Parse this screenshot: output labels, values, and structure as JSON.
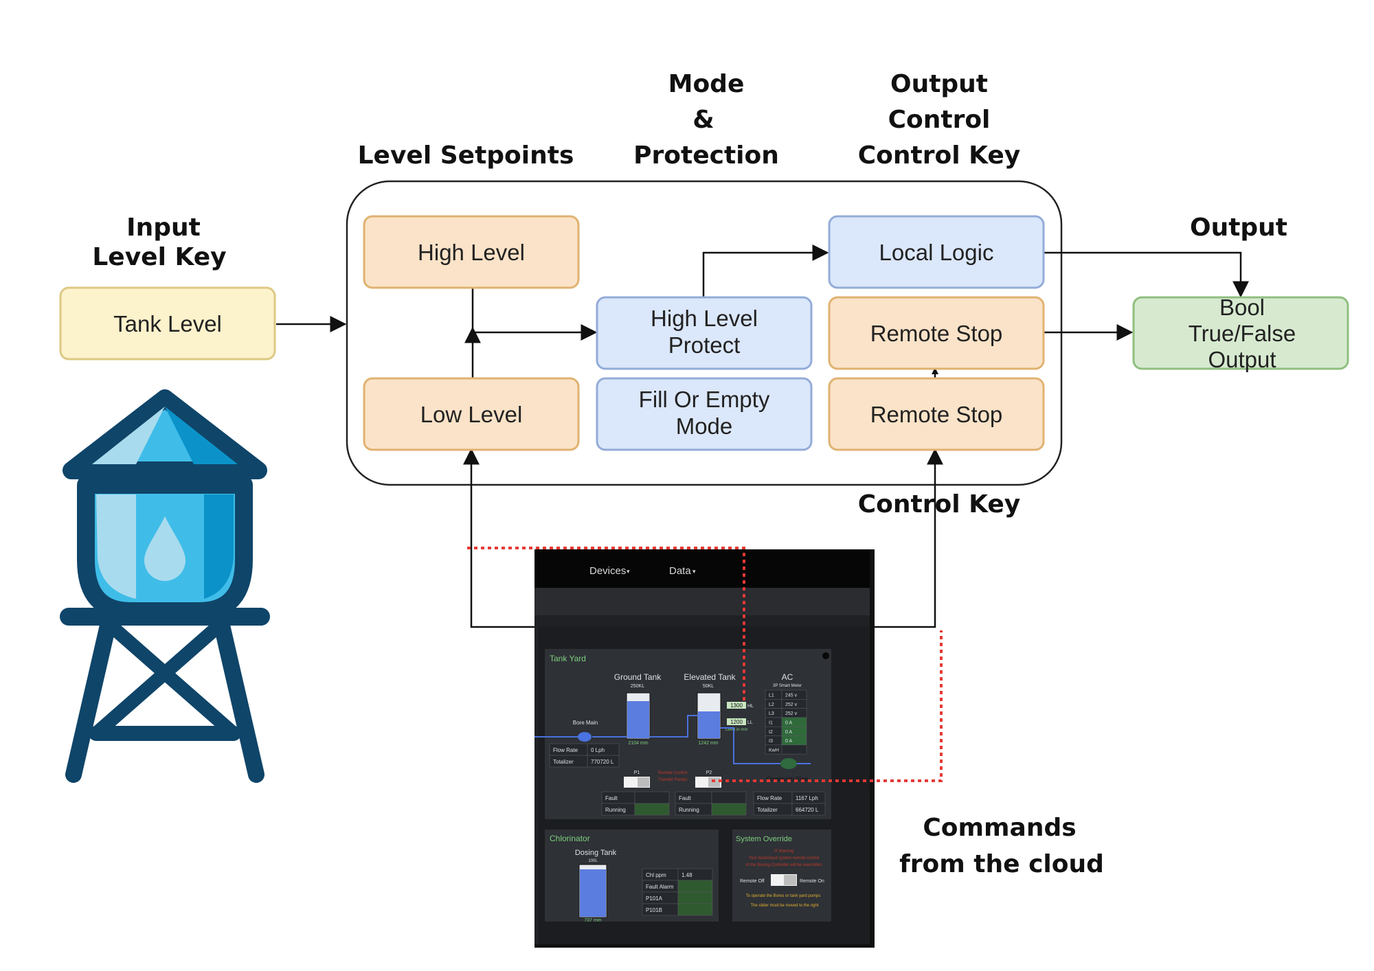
{
  "headings": {
    "input_level_key": [
      "Input",
      "Level Key"
    ],
    "level_setpoints": "Level Setpoints",
    "mode_protection": [
      "Mode",
      "&",
      "Protection"
    ],
    "output_control": [
      "Output",
      "Control",
      "Control Key"
    ],
    "output": "Output",
    "control_key": "Control Key",
    "commands": [
      "Commands",
      "from the cloud"
    ]
  },
  "boxes": {
    "tank_level": "Tank Level",
    "high_level": "High Level",
    "low_level": "Low Level",
    "high_level_protect": [
      "High Level",
      "Protect"
    ],
    "fill_or_empty_mode": [
      "Fill Or Empty",
      "Mode"
    ],
    "local_logic": "Local Logic",
    "remote_stop_top": "Remote Stop",
    "remote_stop_bottom": "Remote Stop",
    "bool_output": [
      "Bool",
      "True/False",
      "Output"
    ]
  },
  "colors": {
    "setpoint_fill": "#fae3c8",
    "setpoint_stroke": "#e0b270",
    "mode_fill": "#dbe7fa",
    "mode_stroke": "#93acd8",
    "input_fill": "#fcf2cc",
    "input_stroke": "#ddc884",
    "output_fill": "#d7ead0",
    "output_stroke": "#8fbf7f",
    "cloud_link": "#e53935",
    "icon_dark": "#0f4569",
    "icon_light": "#a9dbee",
    "icon_mid": "#3fbde8",
    "icon_shade": "#0b93c9"
  },
  "hmi": {
    "nav": [
      "Devices",
      "Data"
    ],
    "tank_yard": {
      "title": "Tank Yard",
      "ground_tank": {
        "label": "Ground Tank",
        "capacity": "250KL",
        "level": "2104 mm"
      },
      "elevated_tank": {
        "label": "Elevated Tank",
        "capacity": "50KL",
        "level": "1242 mm",
        "hl": "1300",
        "hl_tag": "HL",
        "ll": "1200",
        "ll_tag": "LL",
        "level_note": "Level in mm"
      },
      "ac": {
        "title": "AC",
        "subtitle": "3P Smart Meter",
        "rows": [
          [
            "L1",
            "245 v"
          ],
          [
            "L2",
            "252 v"
          ],
          [
            "L3",
            "252 v"
          ],
          [
            "I1",
            "0 A"
          ],
          [
            "I2",
            "0 A"
          ],
          [
            "I3",
            "0 A"
          ],
          [
            "KwH",
            ""
          ]
        ]
      },
      "bore_main": "Bore Main",
      "bore_table": [
        [
          "Flow Rate",
          "0 Lph"
        ],
        [
          "Totalizer",
          "770720 L"
        ]
      ],
      "p1": "P1",
      "p2": "P2",
      "pump_note": [
        "Remote Control",
        "Transfer Pumps"
      ],
      "community_flow": "Community Flow",
      "p1_table": [
        [
          "Fault",
          ""
        ],
        [
          "Running",
          ""
        ]
      ],
      "p2_table": [
        [
          "Fault",
          ""
        ],
        [
          "Running",
          ""
        ]
      ],
      "flow_table": [
        [
          "Flow Rate",
          "1167 Lph"
        ],
        [
          "Totalizer",
          "664720 L"
        ]
      ]
    },
    "chlorinator": {
      "title": "Chlorinator",
      "dosing_tank": {
        "label": "Dosing Tank",
        "capacity": "100L",
        "level": "737 mm"
      },
      "table": [
        [
          "Chl ppm",
          "1.48"
        ],
        [
          "Fault Alarm",
          ""
        ],
        [
          "P101A",
          ""
        ],
        [
          "P101B",
          ""
        ]
      ]
    },
    "system_override": {
      "title": "System Override",
      "warning": [
        "!!! Warning",
        "Your local/cloud system remote control",
        "of the Dosing Controller will be overridden"
      ],
      "remote_off": "Remote Off",
      "remote_on": "Remote On",
      "note": [
        "To operate the Bores or tank yard pumps",
        "The slider must be moved to the right"
      ]
    }
  }
}
